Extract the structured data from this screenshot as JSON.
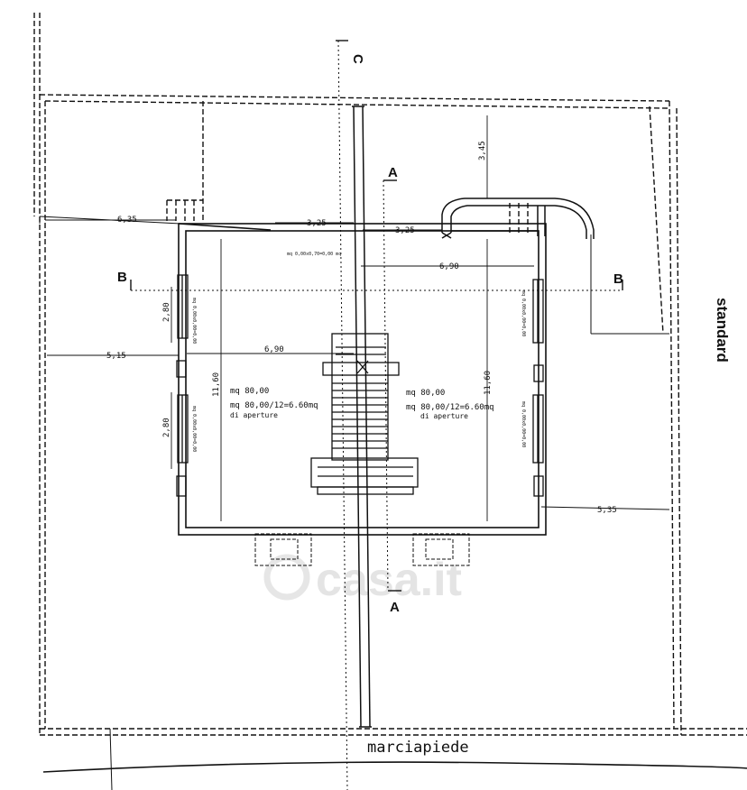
{
  "labels": {
    "street": "marciapiede",
    "side": "standard",
    "watermark": "casa.it"
  },
  "sections": {
    "a_top": "A",
    "a_bottom": "A",
    "b_left": "B",
    "b_right": "B",
    "c_top": "C"
  },
  "dimensions": {
    "d635": "6,35",
    "d325_left": "3,25",
    "d325_right": "3,25",
    "d345": "3,45",
    "d690_top": "6,90",
    "d690_mid": "6,90",
    "d515": "5,15",
    "d535": "5,35",
    "d1160_left": "11,60",
    "d1160_right": "11,60",
    "d280_top": "2,80",
    "d280_bottom": "2,80"
  },
  "rooms": {
    "left": {
      "area": "mq 80,00",
      "calc": "mq 80,00/12=6.60mq",
      "note": "di aperture"
    },
    "right": {
      "area": "mq 80,00",
      "calc": "mq 80,00/12=6.60mq",
      "note": "di aperture"
    }
  },
  "window_notes": {
    "top": "mq 0,00x0,70=0,00 mq",
    "left_upper": "mq 0,00x0,00=0,00",
    "left_lower": "mq 0,00x0,00=0,00",
    "right_upper": "mq 0,00x0,00=0,00",
    "right_lower": "mq 0,00x0,00=0,00"
  }
}
